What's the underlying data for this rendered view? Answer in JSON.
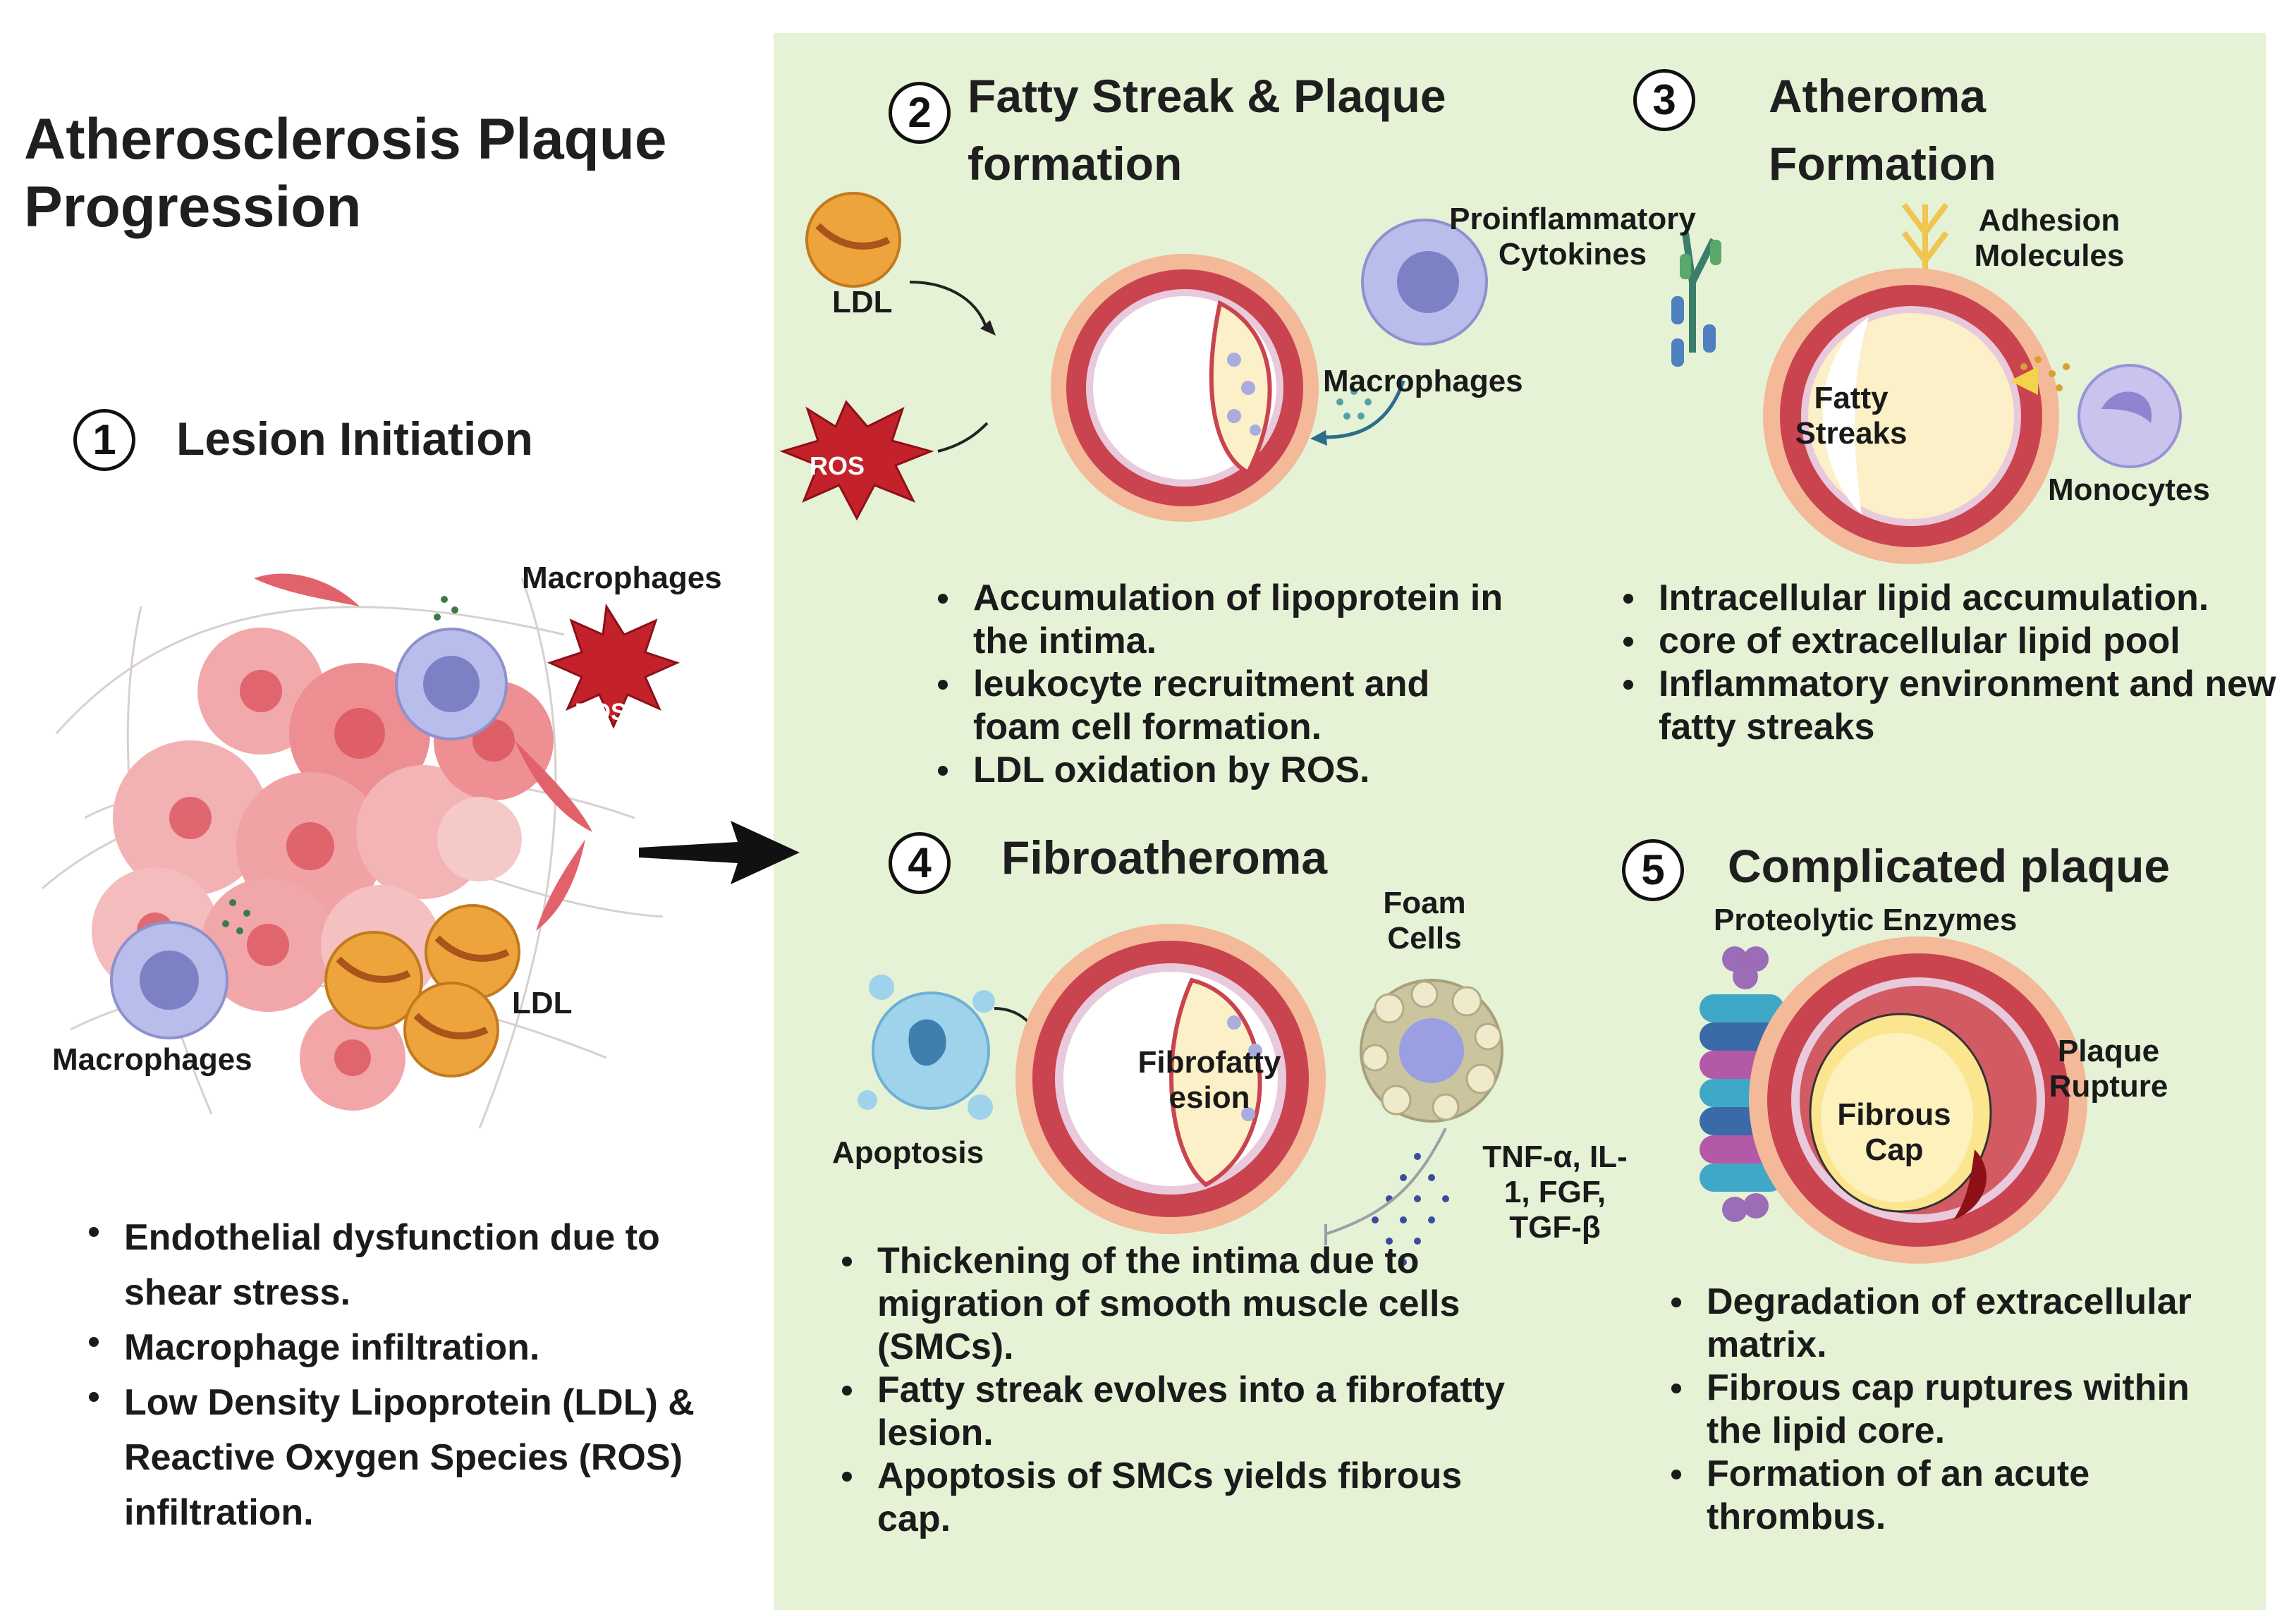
{
  "title": "Atherosclerosis Plaque Progression",
  "stage1": {
    "number": "1",
    "title": "Lesion Initiation",
    "labels": {
      "macrophages_top": "Macrophages",
      "ros": "ROS",
      "macrophages_left": "Macrophages",
      "ldl": "LDL"
    },
    "bullets": [
      "Endothelial dysfunction due to shear stress.",
      "Macrophage infiltration.",
      "Low Density Lipoprotein (LDL) & Reactive Oxygen Species (ROS) infiltration."
    ]
  },
  "stage2": {
    "number": "2",
    "title": "Fatty Streak & Plaque formation",
    "labels": {
      "ldl": "LDL",
      "ros": "ROS",
      "macrophages": "Macrophages"
    },
    "bullets": [
      "Accumulation of lipoprotein in the intima.",
      "leukocyte recruitment and foam cell formation.",
      "LDL oxidation by ROS."
    ]
  },
  "stage3": {
    "number": "3",
    "title": "Atheroma Formation",
    "labels": {
      "cytokines": "Proinflammatory Cytokines",
      "adhesion": "Adhesion Molecules",
      "fatty_streaks": "Fatty Streaks",
      "monocytes": "Monocytes"
    },
    "bullets": [
      "Intracellular lipid accumulation.",
      "core of extracellular lipid pool",
      "Inflammatory environment and new fatty streaks"
    ]
  },
  "stage4": {
    "number": "4",
    "title": "Fibroatheroma",
    "labels": {
      "foam_cells": "Foam Cells",
      "fibrofatty": "Fibrofatty esion",
      "apoptosis": "Apoptosis",
      "factors": "TNF-α, IL-1, FGF, TGF-β"
    },
    "bullets": [
      "Thickening of the intima due to migration of smooth muscle cells (SMCs).",
      "Fatty streak evolves into a fibrofatty lesion.",
      "Apoptosis of SMCs yields fibrous cap."
    ]
  },
  "stage5": {
    "number": "5",
    "title": "Complicated plaque",
    "labels": {
      "enzymes": "Proteolytic Enzymes",
      "rupture": "Plaque Rupture",
      "fibrous_cap": "Fibrous Cap"
    },
    "bullets": [
      "Degradation of extracellular matrix.",
      "Fibrous cap ruptures within the lipid core.",
      "Formation of an acute thrombus."
    ]
  },
  "colors": {
    "panel": "#e5f2d6",
    "artery_outer": "#f3b999",
    "artery_wall": "#c9444f",
    "ldl": "#eea43c",
    "ros": "#c4222b",
    "macrophage": "#b9bdeb",
    "lipid_core": "#fbf0c8"
  }
}
